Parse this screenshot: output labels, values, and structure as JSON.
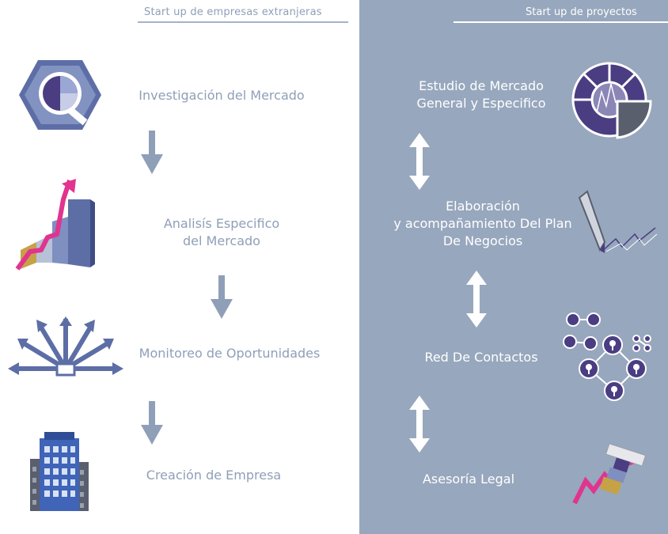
{
  "left": {
    "header": "Start up de empresas extranjeras",
    "steps": [
      {
        "line1": "Investigación del Mercado",
        "icon": "magnifier-pie-icon"
      },
      {
        "line1": "Analisís Especifico",
        "line2": "del Mercado",
        "icon": "bar-chart-growth-icon"
      },
      {
        "line1": "Monitoreo de Oportunidades",
        "icon": "radiating-arrows-icon"
      },
      {
        "line1": "Creación de Empresa",
        "icon": "buildings-icon"
      }
    ]
  },
  "right": {
    "header": "Start up de proyectos",
    "steps": [
      {
        "line1": "Estudio de Mercado",
        "line2": "General y Especifico",
        "icon": "donut-chart-icon"
      },
      {
        "line1": "Elaboración",
        "line2": "y acompañamiento Del Plan",
        "line3": "De Negocios",
        "icon": "pen-icon"
      },
      {
        "line1": "Red De Contactos",
        "icon": "network-icon"
      },
      {
        "line1": "Asesoría Legal",
        "icon": "stamp-icon"
      }
    ]
  },
  "colors": {
    "panel": "#97a7bd",
    "left_text": "#8f9fb8",
    "arrow": "#8f9fb8",
    "purple": "#4a3d82",
    "magenta": "#e0348f",
    "white": "#ffffff"
  }
}
